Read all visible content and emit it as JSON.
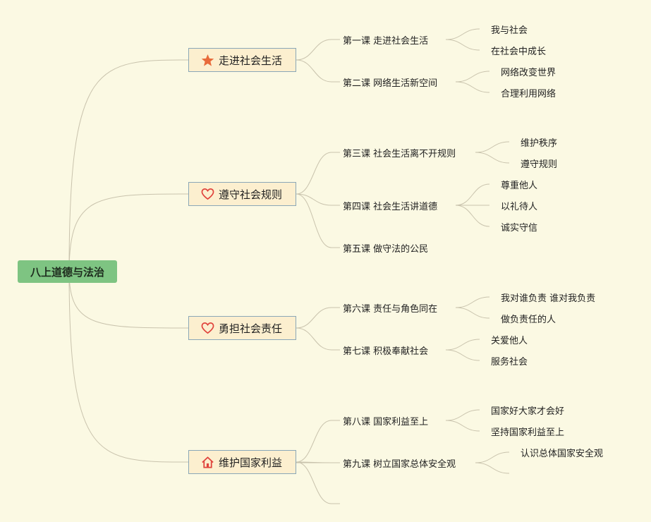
{
  "root": {
    "label": "八上道德与法治"
  },
  "colors": {
    "root_fill": "#7ec482",
    "branch_fill": "#fcefcf",
    "branch_border": "#8aa7b7",
    "line": "#c9c3ad",
    "icon_red": "#e0433c",
    "icon_orange": "#e86a3a",
    "background": "#fbf9e3"
  },
  "branches": [
    {
      "label": "走进社会生活",
      "icon": "star-icon",
      "lessons": [
        {
          "label": "第一课 走进社会生活",
          "topics": [
            "我与社会",
            "在社会中成长"
          ]
        },
        {
          "label": "第二课 网络生活新空间",
          "topics": [
            "网络改变世界",
            "合理利用网络"
          ]
        }
      ]
    },
    {
      "label": "遵守社会规则",
      "icon": "heart-icon",
      "lessons": [
        {
          "label": "第三课 社会生活离不开规则",
          "topics": [
            "维护秩序",
            "遵守规则"
          ]
        },
        {
          "label": "第四课 社会生活讲道德",
          "topics": [
            "尊重他人",
            "以礼待人",
            "诚实守信"
          ]
        },
        {
          "label": "第五课 做守法的公民",
          "topics": []
        }
      ]
    },
    {
      "label": "勇担社会责任",
      "icon": "heart-icon",
      "lessons": [
        {
          "label": "第六课 责任与角色同在",
          "topics": [
            "我对谁负责 谁对我负责",
            "做负责任的人"
          ]
        },
        {
          "label": "第七课 积极奉献社会",
          "topics": [
            "关爱他人",
            "服务社会"
          ]
        }
      ]
    },
    {
      "label": "维护国家利益",
      "icon": "home-icon",
      "lessons": [
        {
          "label": "第八课 国家利益至上",
          "topics": [
            "国家好大家才会好",
            "坚持国家利益至上"
          ]
        },
        {
          "label": "第九课 树立国家总体安全观",
          "topics": [
            "认识总体国家安全观",
            ""
          ]
        },
        {
          "label": "",
          "topics": []
        }
      ]
    }
  ]
}
